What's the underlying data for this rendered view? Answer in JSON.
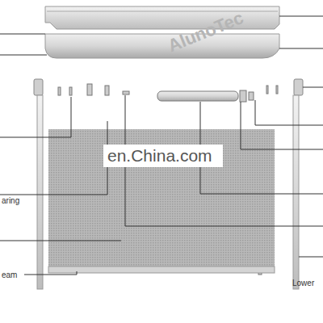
{
  "diagram": {
    "labels": [
      "AlunoTec",
      "en.China.com",
      "aring",
      "eam",
      "Lower"
    ]
  }
}
